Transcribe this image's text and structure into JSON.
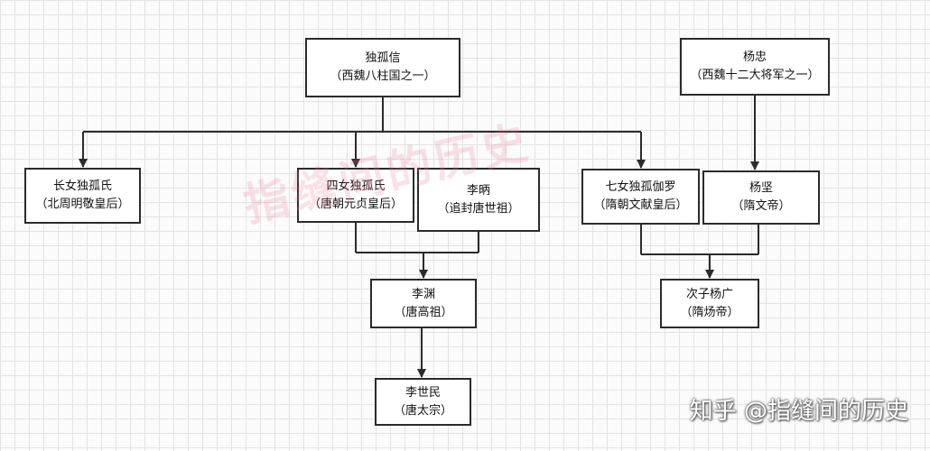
{
  "nodes": {
    "dugu_xin": {
      "name": "独孤信",
      "note": "（西魏八柱国之一）"
    },
    "yang_zhong": {
      "name": "杨忠",
      "note": "（西魏十二大将军之一）"
    },
    "eldest_dugu": {
      "name": "长女独孤氏",
      "note": "（北周明敬皇后）"
    },
    "fourth_dugu": {
      "name": "四女独孤氏",
      "note": "（唐朝元贞皇后）"
    },
    "li_bing": {
      "name": "李昞",
      "note": "（追封唐世祖）"
    },
    "seventh_dugu": {
      "name": "七女独孤伽罗",
      "note": "（隋朝文献皇后）"
    },
    "yang_jian": {
      "name": "杨坚",
      "note": "（隋文帝）"
    },
    "li_yuan": {
      "name": "李渊",
      "note": "（唐高祖）"
    },
    "yang_guang": {
      "name": "次子杨广",
      "note": "（隋炀帝）"
    },
    "li_shimin": {
      "name": "李世民",
      "note": "（唐太宗）"
    }
  },
  "watermark": "指缝间的历史",
  "credit": "知乎 @指缝间的历史",
  "colors": {
    "line": "#2b2b2b",
    "watermark": "#e97896",
    "grid": "#e3e3e3"
  }
}
